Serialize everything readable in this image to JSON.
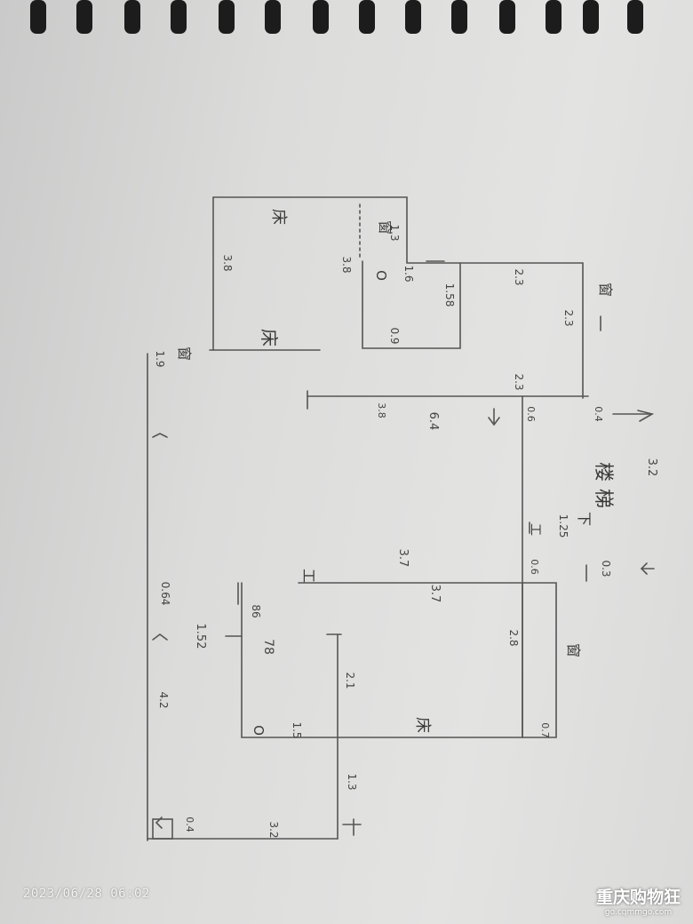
{
  "notebook": {
    "timestamp": "2023/06/28 06:02",
    "watermark": {
      "name": "重庆购物狂",
      "url": "go.cqmmgo.com"
    }
  },
  "dimensions": {
    "d_1_3_top": "1.3",
    "d_3_8_left": "3.8",
    "d_3_8_mid": "3.8",
    "d_3_8_small": "3.8",
    "d_1_6": "1.6",
    "d_1_58": "1.58",
    "d_0_9": "0.9",
    "d_2_3_a": "2.3",
    "d_2_3_b": "2.3",
    "d_2_3_c": "2.3",
    "d_0_6_a": "0.6",
    "d_0_4_a": "0.4",
    "d_6_4": "6.4",
    "d_3_2_top": "3.2",
    "d_1_25": "1.25",
    "d_3_7_a": "3.7",
    "d_3_7_b": "3.7",
    "d_0_6_b": "0.6",
    "d_0_3": "0.3",
    "d_1_9": "1.9",
    "d_0_64": "0.64",
    "d_86": "86",
    "d_78": "78",
    "d_1_52": "1.52",
    "d_4_2": "4.2",
    "d_2_1": "2.1",
    "d_2_8": "2.8",
    "d_1_5": "1.5",
    "d_0_7": "0.7",
    "d_1_3_bottom": "1.3",
    "d_0_4_b": "0.4",
    "d_3_2_bottom": "3.2"
  },
  "labels": {
    "bed_top": "床",
    "bed_mid": "床",
    "bed_bottom": "床",
    "window_a": "窗",
    "window_b": "窗",
    "window_c": "窗",
    "window_d": "窗",
    "balcony": "楼梯",
    "stair_mark": "下",
    "door_mark_a": "工",
    "door_mark_b": "工",
    "letter_a": "O",
    "letter_b": "O"
  }
}
